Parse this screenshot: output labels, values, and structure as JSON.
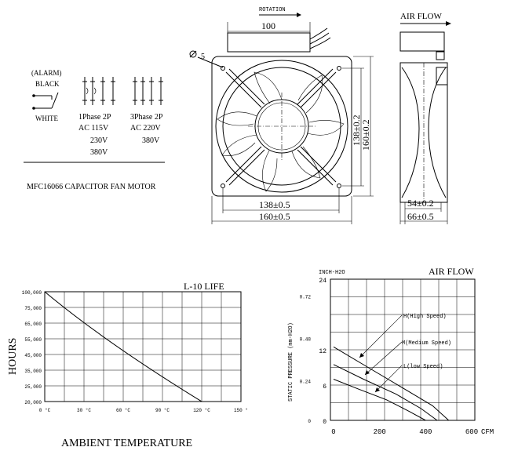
{
  "wiring": {
    "alarm": "(ALARM)",
    "black": "BLACK",
    "white": "WHITE",
    "single_phase": "1Phase 2P",
    "single_ac": "AC 115V",
    "single_v2": "230V",
    "single_v3": "380V",
    "three_phase": "3Phase 2P",
    "three_ac": "AC 220V",
    "three_v2": "380V",
    "caption": "MFC16066 CAPACITOR FAN MOTOR"
  },
  "front_view": {
    "rotation": "ROTATION",
    "dim_100": "100",
    "hole": "5",
    "h_138": "138±0.5",
    "h_160": "160±0.5",
    "v_138": "138±0.2",
    "v_160": "160±0.2"
  },
  "side_view": {
    "title": "AIR FLOW",
    "d_54": "54±0.2",
    "d_66": "66±0.5"
  },
  "life_chart": {
    "type": "line",
    "title": "L-10 LIFE",
    "ylabel": "HOURS",
    "xlabel": "AMBIENT TEMPERATURE",
    "x_ticks": [
      "0 °C",
      "30 °C",
      "60 °C",
      "90 °C",
      "120 °C",
      "150 °"
    ],
    "y_ticks": [
      "100,000",
      "75,000",
      "65,000",
      "55,000",
      "45,000",
      "35,000",
      "25,000",
      "20,000"
    ],
    "x": [
      0,
      120
    ],
    "y": [
      100000,
      20000
    ],
    "xlim": [
      0,
      150
    ]
  },
  "air_chart": {
    "type": "line",
    "title": "AIR FLOW",
    "unit_top": "INCH-H2O",
    "ylabel": "STATIC PRESSURE (mm-H2O)",
    "x_ticks": [
      "0",
      "200",
      "400",
      "600"
    ],
    "x_unit": "CFM",
    "y_ticks_mm": [
      "24",
      "12",
      "6",
      "0"
    ],
    "y_ticks_inch": [
      "0.72",
      "0.48",
      "0.24",
      "0"
    ],
    "series": [
      {
        "name": "H(High Speed)",
        "x": [
          0,
          150,
          310,
          430,
          500
        ],
        "y": [
          12.5,
          9.0,
          5.3,
          2.5,
          0
        ]
      },
      {
        "name": "M(Medium Speed)",
        "x": [
          0,
          130,
          270,
          380,
          450
        ],
        "y": [
          9.5,
          7.0,
          4.5,
          2.0,
          0
        ]
      },
      {
        "name": "L(low Speed)",
        "x": [
          0,
          110,
          230,
          330,
          400
        ],
        "y": [
          7.0,
          5.3,
          3.5,
          1.5,
          0
        ]
      }
    ],
    "labels": {
      "h": "H(High Speed)",
      "m": "M(Medium Speed)",
      "l": "L(low Speed)"
    }
  }
}
